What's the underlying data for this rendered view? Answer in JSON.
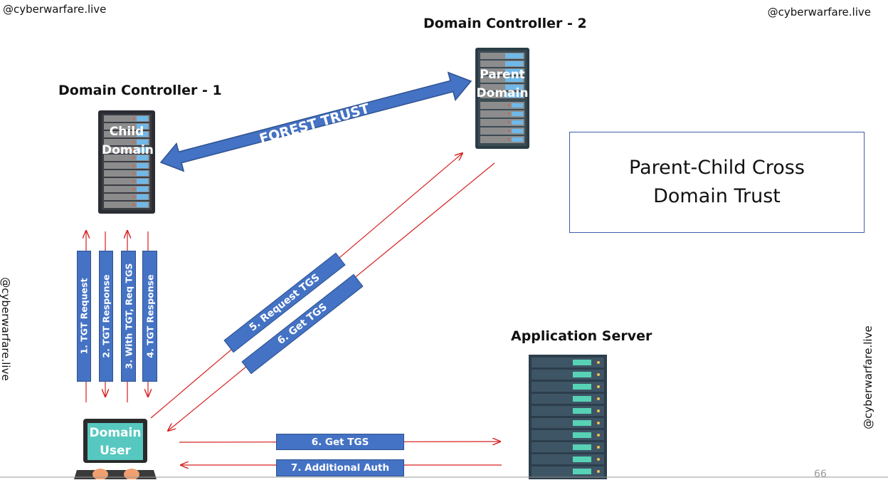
{
  "watermarks": {
    "top_left": "@cyberwarfare.live",
    "top_right": "@cyberwarfare.live",
    "left_vertical": "@cyberwarfare.live",
    "right_vertical": "@cyberwarfare.live"
  },
  "nodes": {
    "dc1": {
      "title": "Domain Controller - 1",
      "line1": "Child",
      "line2": "Domain"
    },
    "dc2": {
      "title": "Domain Controller - 2",
      "line1": "Parent",
      "line2": "Domain"
    },
    "app": {
      "title": "Application Server"
    },
    "user": {
      "line1": "Domain",
      "line2": "User"
    }
  },
  "trust_box": {
    "text": "Parent-Child Cross Domain Trust"
  },
  "forest_trust": {
    "label": "FOREST TRUST"
  },
  "steps": {
    "s1": "1.  TGT Request",
    "s2": "2.  TGT Response",
    "s3": "3.  With TGT, Req TGS",
    "s4": "4.  TGT Response",
    "s5": "5.  Request TGS",
    "s6a": "6.  Get TGS",
    "s6b": "6.  Get TGS",
    "s7": "7.  Additional Auth"
  },
  "page_number": "66",
  "colors": {
    "box_blue": "#4472c4",
    "arrow_red": "#d62020",
    "trust_border": "#3f5fa8",
    "server_grey": "#8c8c8c",
    "server_teal": "#57d2b4",
    "laptop_screen": "#57c8c0"
  }
}
